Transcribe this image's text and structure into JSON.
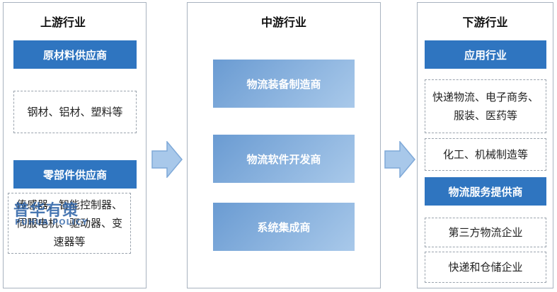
{
  "upstream": {
    "title": "上游行业",
    "raw_material": {
      "header": "原材料供应商",
      "items": "钢材、铝材、塑料等"
    },
    "components": {
      "header": "零部件供应商",
      "items": "传感器、智能控制器、伺服电机、驱动器、变速器等"
    }
  },
  "midstream": {
    "title": "中游行业",
    "boxes": [
      "物流装备制造商",
      "物流软件开发商",
      "系统集成商"
    ]
  },
  "downstream": {
    "title": "下游行业",
    "application": {
      "header": "应用行业",
      "items": [
        "快递物流、电子商务、服装、医药等",
        "化工、机械制造等"
      ]
    },
    "service": {
      "header": "物流服务提供商",
      "items": [
        "第三方物流企业",
        "快递和仓储企业"
      ]
    }
  },
  "watermark": {
    "cn": "普华有策",
    "en": "PUHUA POLICY"
  },
  "colors": {
    "header_blue": "#2f75c0",
    "arrow_fill": "#a8c8ea",
    "arrow_stroke": "#7fa9d8",
    "mid_gradient_start": "#6a9bd2",
    "mid_gradient_end": "#a9c9ea"
  }
}
